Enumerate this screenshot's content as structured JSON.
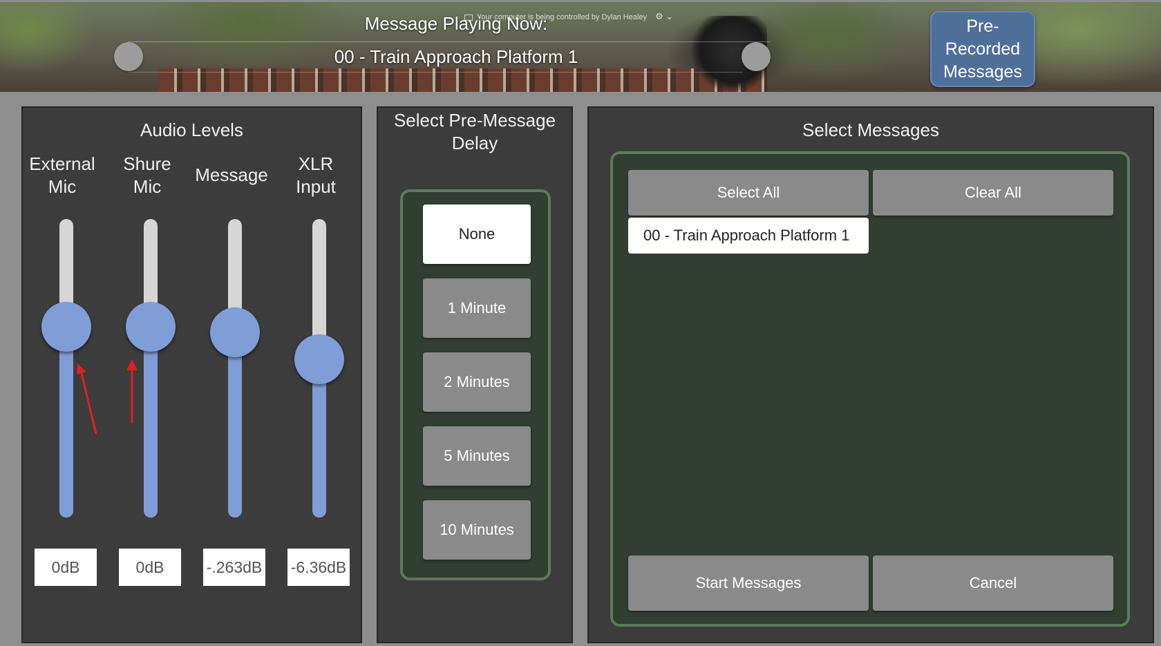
{
  "header": {
    "now_playing_title": "Message Playing Now:",
    "now_playing_message": "00 - Train Approach Platform 1",
    "remote_notice": "Your computer is being controlled by Dylan Healey",
    "prerecorded_button": "Pre-\nRecorded\nMessages"
  },
  "audio_levels": {
    "title": "Audio Levels",
    "channels": [
      {
        "label": "External\nMic",
        "value": "0dB",
        "level": 0.64
      },
      {
        "label": "Shure\nMic",
        "value": "0dB",
        "level": 0.64
      },
      {
        "label": "Message",
        "value": "-.263dB",
        "level": 0.62
      },
      {
        "label": "XLR\nInput",
        "value": "-6.36dB",
        "level": 0.53
      }
    ]
  },
  "delay": {
    "title": "Select Pre-Message\nDelay",
    "options": [
      "None",
      "1 Minute",
      "2 Minutes",
      "5 Minutes",
      "10 Minutes"
    ],
    "selected": "None"
  },
  "messages": {
    "title": "Select Messages",
    "select_all": "Select All",
    "clear_all": "Clear All",
    "items": [
      "00 - Train Approach Platform 1"
    ],
    "start": "Start Messages",
    "cancel": "Cancel"
  },
  "colors": {
    "slider_accent": "#7f9dd6",
    "panel_bg": "#3c3c3c",
    "frame_border": "#5e7a5c",
    "button_gray": "#8a8a8a",
    "prerecorded_blue": "#4f6f9b"
  }
}
